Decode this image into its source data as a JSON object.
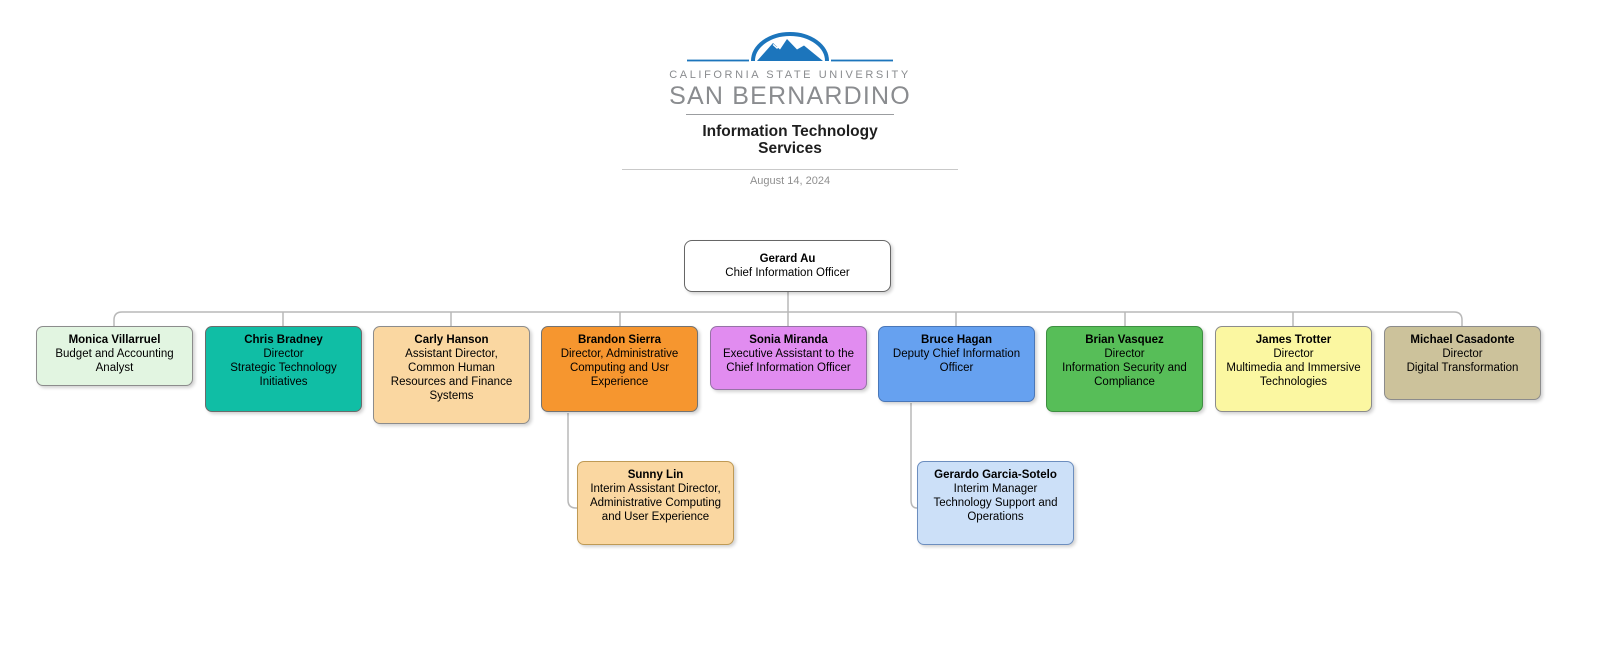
{
  "header": {
    "university_line1": "CALIFORNIA STATE UNIVERSITY",
    "university_line2": "SAN BERNARDINO",
    "department": "Information Technology Services",
    "date": "August 14, 2024",
    "logo_color": "#1c75bc",
    "wordmark_color": "#8a8c8f"
  },
  "org_chart": {
    "connector_color": "#b8b8b8",
    "nodes": [
      {
        "id": "gerard-au",
        "name": "Gerard Au",
        "title": "Chief Information Officer",
        "fill": "#ffffff",
        "border": "#666666"
      },
      {
        "id": "monica-villarruel",
        "name": "Monica Villarruel",
        "title": "Budget and Accounting\nAnalyst",
        "fill": "#e2f5e1",
        "border": "#8c8c8c"
      },
      {
        "id": "chris-bradney",
        "name": "Chris Bradney",
        "title": "Director\nStrategic Technology\nInitiatives",
        "fill": "#10bea5",
        "border": "#6b6b6b"
      },
      {
        "id": "carly-hanson",
        "name": "Carly Hanson",
        "title": "Assistant Director,\nCommon Human\nResources and Finance\nSystems",
        "fill": "#fad7a1",
        "border": "#8c8c8c"
      },
      {
        "id": "brandon-sierra",
        "name": "Brandon Sierra",
        "title": "Director, Administrative\nComputing and Usr\nExperience",
        "fill": "#f6962f",
        "border": "#737373"
      },
      {
        "id": "sonia-miranda",
        "name": "Sonia Miranda",
        "title": "Executive Assistant to the\nChief Information Officer",
        "fill": "#e18cf0",
        "border": "#9673a6"
      },
      {
        "id": "bruce-hagan",
        "name": "Bruce Hagan",
        "title": "Deputy Chief Information\nOfficer",
        "fill": "#66a1f0",
        "border": "#4a77b8"
      },
      {
        "id": "brian-vasquez",
        "name": "Brian Vasquez",
        "title": "Director\nInformation Security and\nCompliance",
        "fill": "#57be58",
        "border": "#3e8e41"
      },
      {
        "id": "james-trotter",
        "name": "James Trotter",
        "title": "Director\nMultimedia and Immersive\nTechnologies",
        "fill": "#fbf7a1",
        "border": "#8c8c8c"
      },
      {
        "id": "michael-casadonte",
        "name": "Michael Casadonte",
        "title": "Director\nDigital Transformation",
        "fill": "#ccc29b",
        "border": "#8c8c8c"
      },
      {
        "id": "sunny-lin",
        "name": "Sunny Lin",
        "title": "Interim Assistant Director,\nAdministrative Computing\nand User Experience",
        "fill": "#fad7a1",
        "border": "#bf9a55"
      },
      {
        "id": "gerardo-garcia-sotelo",
        "name": "Gerardo Garcia-Sotelo",
        "title": "Interim Manager\nTechnology Support and\nOperations",
        "fill": "#cce0f8",
        "border": "#6c8ebf"
      }
    ]
  }
}
